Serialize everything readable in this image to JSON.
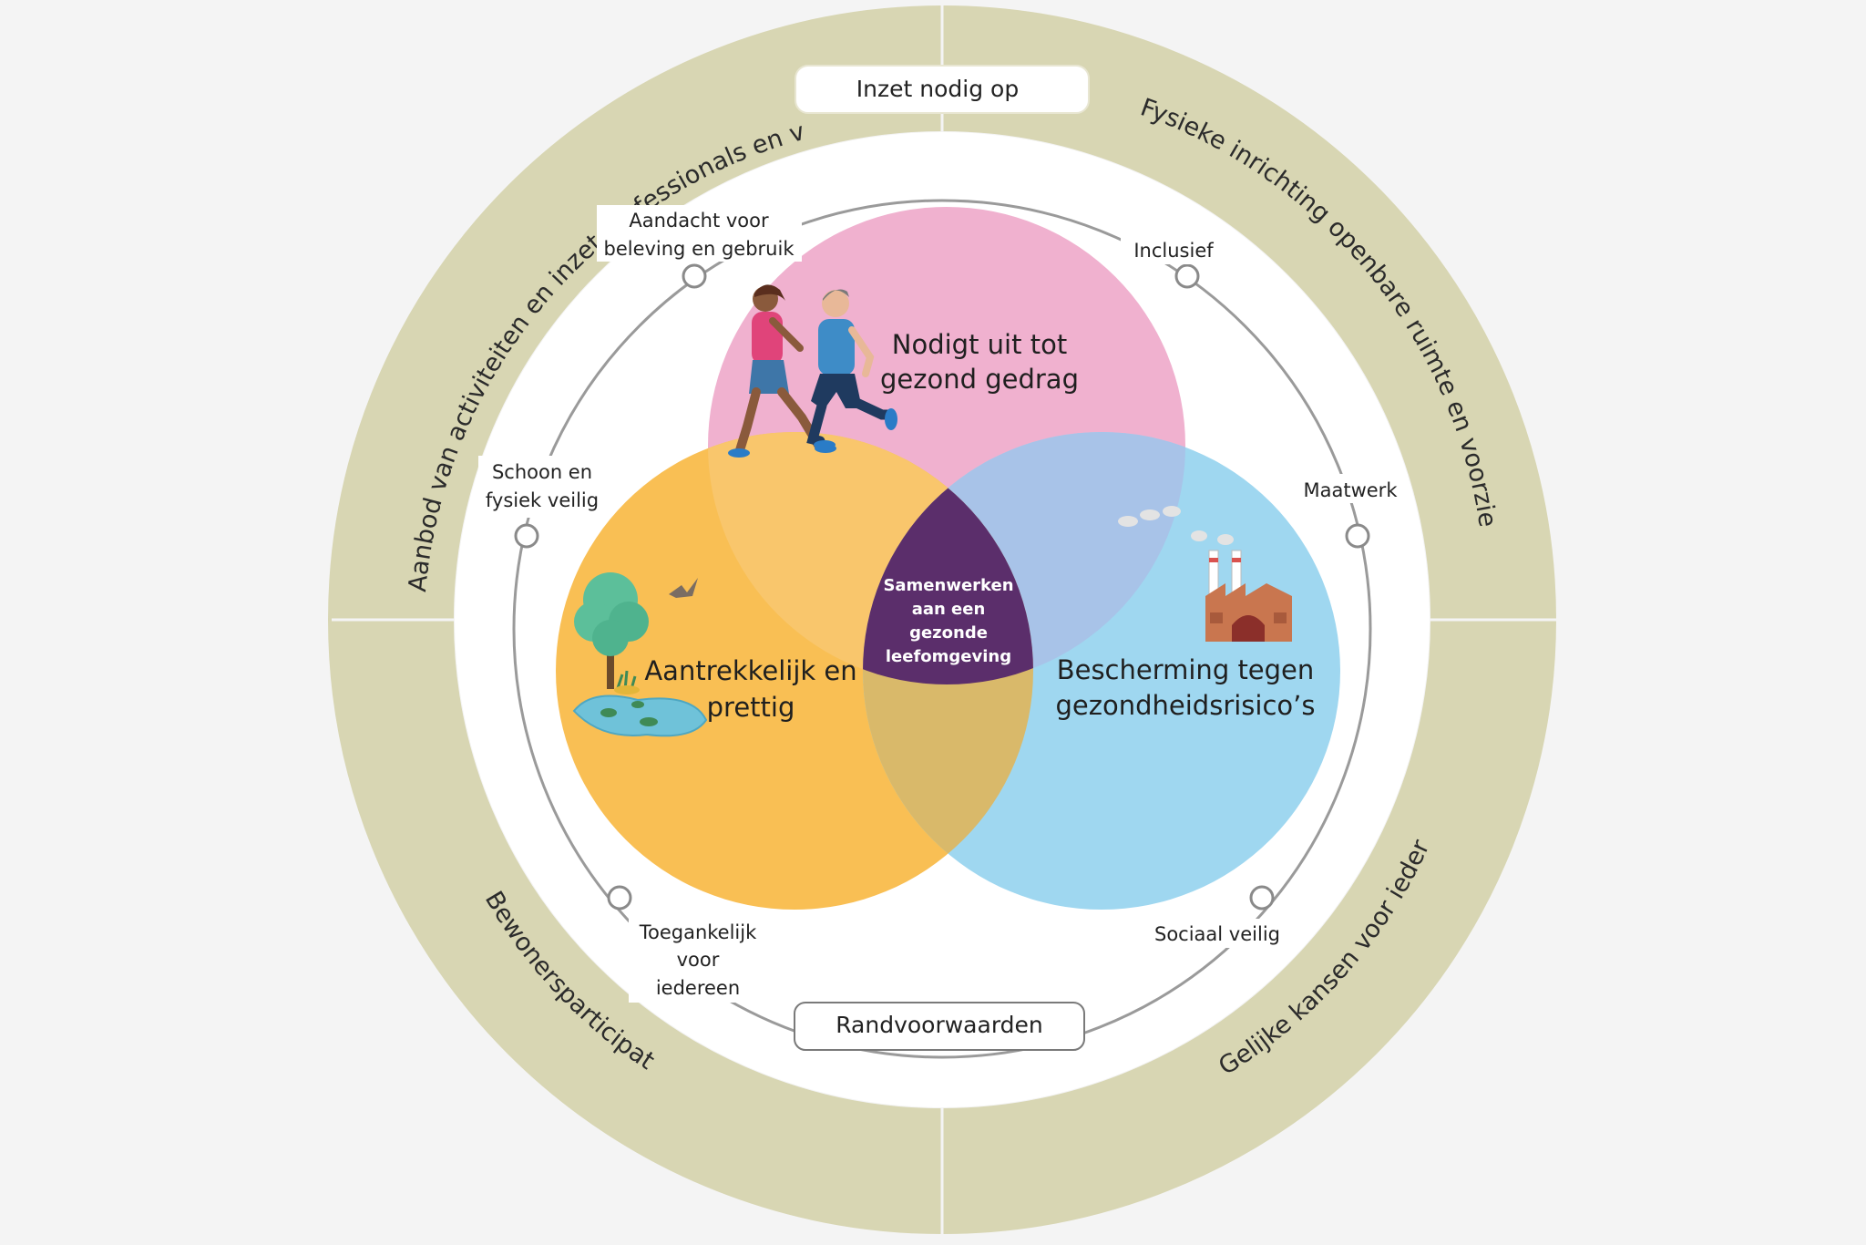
{
  "outer_ring": {
    "top_label": "Inzet nodig op",
    "segments": [
      "Aanbod van activiteiten en inzet professionals en vrijwilligers",
      "Fysieke inrichting openbare ruimte en voorzieningen",
      "Bewonersparticipatie",
      "Gelijke kansen voor iedereen"
    ]
  },
  "inner_ring": {
    "bottom_label": "Randvoorwaarden",
    "nodes": [
      [
        "Aandacht voor",
        "beleving en gebruik"
      ],
      [
        "Inclusief"
      ],
      [
        "Schoon en",
        "fysiek veilig"
      ],
      [
        "Maatwerk"
      ],
      [
        "Toegankelijk",
        "voor",
        "iedereen"
      ],
      [
        "Sociaal veilig"
      ]
    ]
  },
  "venn": {
    "top": [
      "Nodigt uit tot",
      "gezond gedrag"
    ],
    "left": [
      "Aantrekkelijk en",
      "prettig"
    ],
    "right": [
      "Bescherming tegen",
      "gezondheidsrisico’s"
    ],
    "center": [
      "Samenwerken",
      "aan een",
      "gezonde",
      "leefomgeving"
    ]
  },
  "illustrations": [
    "runners",
    "tree-pond-bird",
    "factory"
  ],
  "colors": {
    "outer_ring": "#d8d6b3",
    "pink": "#f0b1cf",
    "orange": "#f9bf54",
    "blue": "#9fd7f0",
    "center": "#5b2e6b",
    "background": "#f4f4f4"
  }
}
